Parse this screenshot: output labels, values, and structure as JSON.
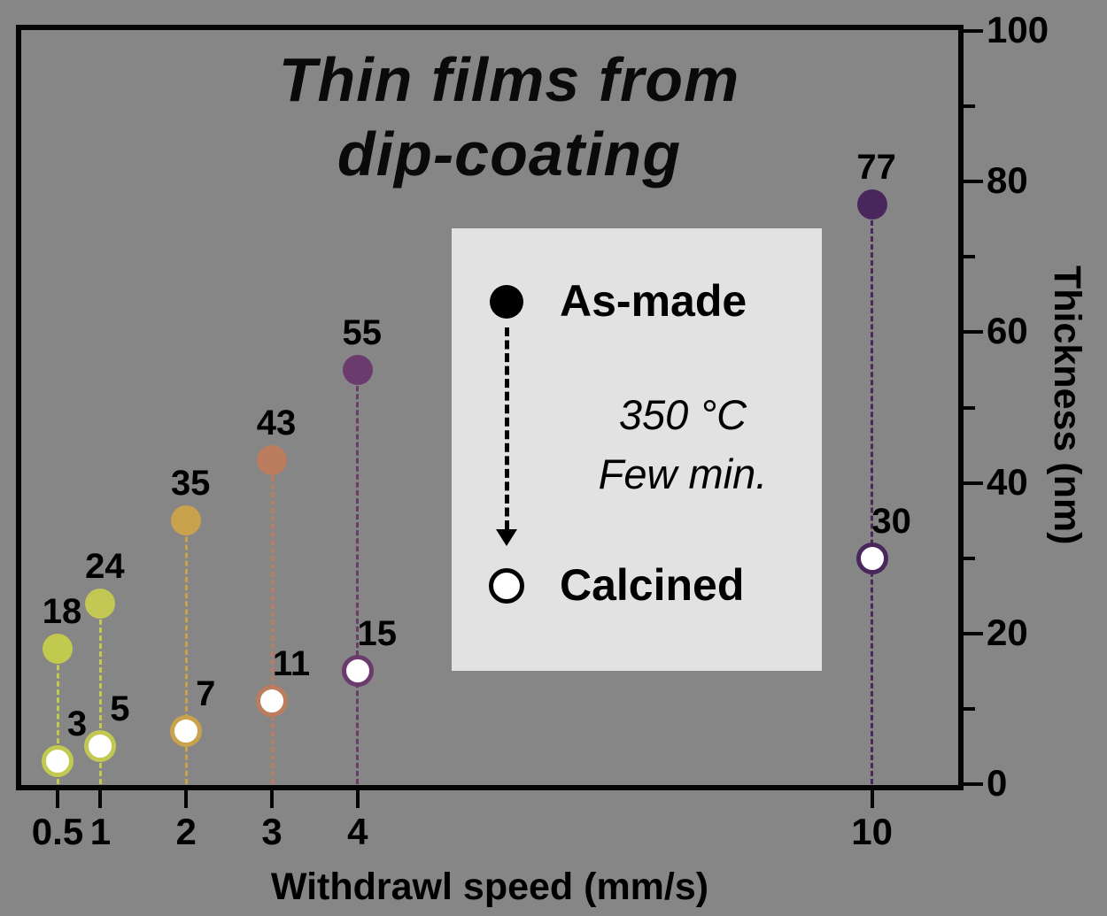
{
  "title": {
    "line1": "Thin films from",
    "line2": "dip-coating"
  },
  "legend": {
    "as_made_label": "As-made",
    "calcined_label": "Calcined",
    "annotation_line1": "350 °C",
    "annotation_line2": "Few min."
  },
  "axes": {
    "x_label": "Withdrawl speed (mm/s)",
    "y_label": "Thickness (nm)",
    "y_ticks_major": [
      0,
      20,
      40,
      60,
      80,
      100
    ],
    "y_ticks_minor": [
      10,
      30,
      50,
      70,
      90
    ],
    "x_tick_labels": [
      "0.5",
      "1",
      "2",
      "3",
      "4",
      "10"
    ]
  },
  "colors": {
    "background": "#868686",
    "legend_background": "#e2e2e2",
    "frame": "#050505",
    "text": "#000000"
  },
  "chart_data": {
    "type": "scatter",
    "title": "Thin films from dip-coating",
    "xlabel": "Withdrawl speed (mm/s)",
    "ylabel": "Thickness (nm)",
    "ylim": [
      0,
      100
    ],
    "x": [
      0.5,
      1,
      2,
      3,
      4,
      10
    ],
    "series": [
      {
        "name": "As-made",
        "marker": "filled",
        "values": [
          18,
          24,
          35,
          43,
          55,
          77
        ]
      },
      {
        "name": "Calcined",
        "marker": "open",
        "values": [
          3,
          5,
          7,
          11,
          15,
          30
        ]
      }
    ],
    "point_colors": [
      "#c2c94f",
      "#c3c754",
      "#c9a24e",
      "#bc7d5e",
      "#6c3b6e",
      "#49275c"
    ],
    "stem_style": "dashed vertical line from as-made point to baseline",
    "legend_position": "center-right inset box",
    "grid": false
  }
}
